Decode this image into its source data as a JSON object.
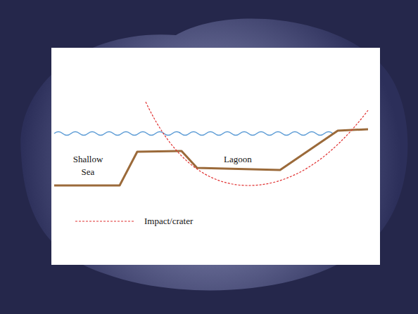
{
  "diagram": {
    "labels": [
      "Shallow Sea",
      "Lagoon"
    ],
    "legend": [
      {
        "text": "Impact/crater"
      }
    ]
  }
}
